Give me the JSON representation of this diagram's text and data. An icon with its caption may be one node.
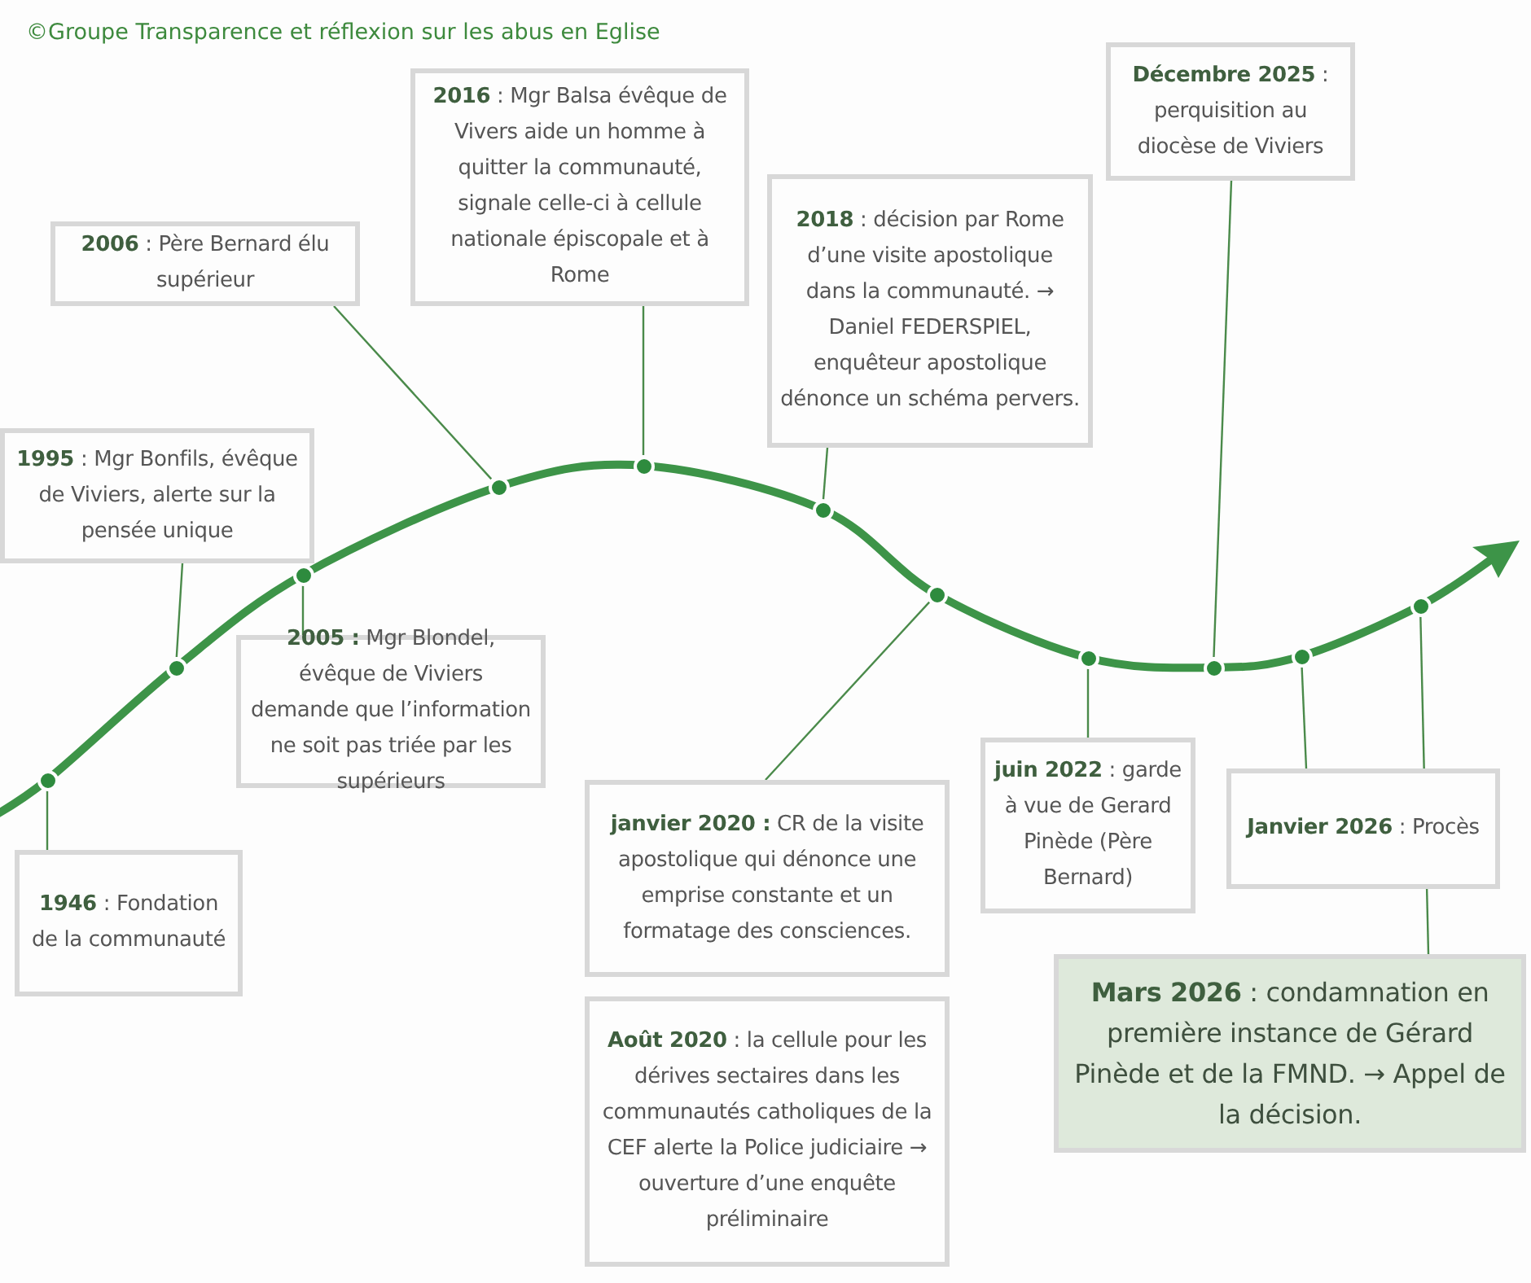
{
  "diagram": {
    "nodes": [
      {
        "text": [
          "**1946** : Fondation de la communauté"
        ]
      },
      {
        "text": [
          "**1995** : Mgr Bonfils, évêque de Viviers, alerte sur la pensée unique"
        ]
      },
      {
        "text": [
          "**2005 :** Mgr Blondel, évêque de Viviers demande que l’information ne soit pas triée par les supérieurs"
        ]
      },
      {
        "text": [
          "**2006** : Père Bernard élu supérieur"
        ]
      },
      {
        "text": [
          "**2016** : Mgr Balsa évêque de Vivers aide un homme à quitter la communauté, signale celle-ci à cellule nationale épiscopale et à Rome"
        ]
      },
      {
        "text": [
          "**2018** : décision par Rome d’une visite apostolique dans la communauté. → Daniel FEDERSPIEL, enquêteur apostolique dénonce un schéma pervers."
        ]
      },
      {
        "text": [
          "**janvier 2020 :** CR de la visite apostolique qui dénonce une emprise constante et un formatage des consciences."
        ]
      },
      {
        "text": [
          "**Août 2020** : la cellule pour les dérives sectaires dans les communautés catholiques de la CEF alerte la Police judiciaire → ouverture d’une enquête préliminaire"
        ]
      },
      {
        "text": [
          "**juin 2022** : garde à vue de Gerard Pinède (Père Bernard)"
        ]
      },
      {
        "text": [
          "**Décembre 2025** : perquisition au diocèse de Viviers"
        ]
      },
      {
        "text": [
          "**Janvier 2026** : Procès"
        ]
      },
      {
        "text": [
          "**Mars 2026** : condamnation en première instance de Gérard Pinède et de la FMND. → Appel de la décision."
        ]
      },
      {
        "text": [],
        "shape": "circle"
      },
      {
        "text": [],
        "shape": "circle"
      },
      {
        "text": [],
        "shape": "circle"
      },
      {
        "text": [],
        "shape": "circle"
      },
      {
        "text": [],
        "shape": "circle"
      },
      {
        "text": [],
        "shape": "circle"
      },
      {
        "text": [],
        "shape": "circle"
      },
      {
        "text": [],
        "shape": "circle"
      },
      {
        "text": [],
        "shape": "circle"
      },
      {
        "text": [],
        "shape": "circle"
      },
      {
        "text": [],
        "shape": "circle"
      }
    ],
    "edges": [
      {
        "from": 0,
        "to": 12,
        "arrow": "none"
      },
      {
        "from": 1,
        "to": 13,
        "arrow": "none"
      },
      {
        "from": 2,
        "to": 14,
        "arrow": "none"
      },
      {
        "from": 3,
        "to": 15,
        "arrow": "none"
      },
      {
        "from": 4,
        "to": 16,
        "arrow": "none"
      },
      {
        "from": 5,
        "to": 17,
        "arrow": "none"
      },
      {
        "from": 6,
        "to": 18,
        "arrow": "none"
      },
      {
        "from": 8,
        "to": 19,
        "arrow": "none"
      },
      {
        "from": 9,
        "to": 20,
        "arrow": "none"
      },
      {
        "from": 10,
        "to": 21,
        "arrow": "none"
      },
      {
        "from": 11,
        "to": 22,
        "arrow": "none"
      }
    ],
    "labels": [
      "©Groupe Transparence et réflexion sur les abus en Eglise"
    ]
  }
}
